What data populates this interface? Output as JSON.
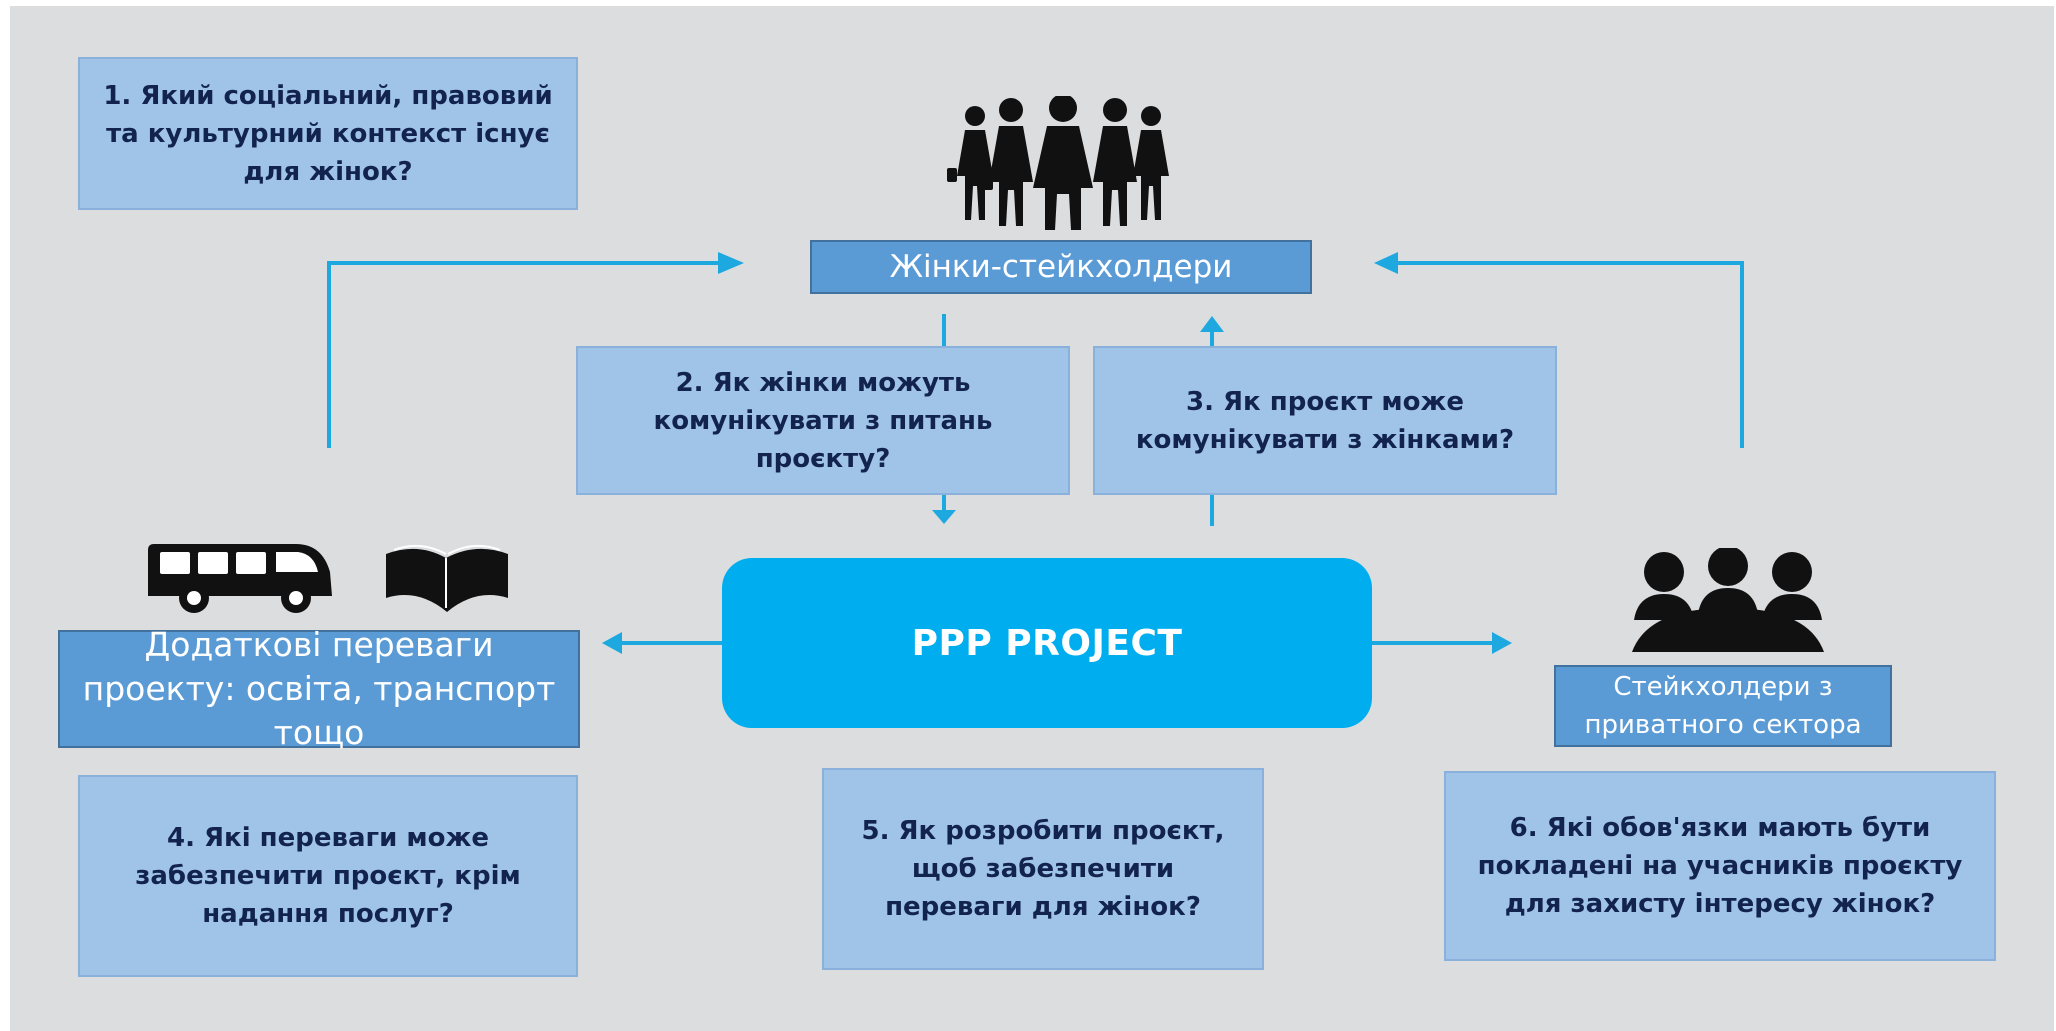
{
  "center": {
    "label": "PPP PROJECT"
  },
  "stakeholders": {
    "women": "Жінки-стейкхолдери",
    "benefits": "Додаткові переваги проекту: освіта, транспорт тощо",
    "private": "Стейкхолдери з приватного сектора"
  },
  "questions": [
    {
      "text": "1. Який соціальний, правовий та культурний контекст існує для жінок?"
    },
    {
      "text": "2. Як жінки можуть комунікувати з питань проєкту?"
    },
    {
      "text": "3. Як проєкт може комунікувати з жінками?"
    },
    {
      "text": "4. Які переваги може забезпечити проєкт, крім надання послуг?"
    },
    {
      "text": "5. Як розробити проєкт, щоб забезпечити переваги для жінок?"
    },
    {
      "text": "6. Які обов'язки мають бути покладені на учасників проєкту для захисту інтересу жінок?"
    }
  ],
  "icons": {
    "women_group": "women-group-icon",
    "bus": "bus-icon",
    "book": "open-book-icon",
    "meeting": "meeting-table-icon"
  },
  "colors": {
    "background": "#dcdddf",
    "question_box": "#a0c3e8",
    "label_box": "#5b9bd5",
    "center": "#00aeef",
    "arrow": "#1da8e0",
    "question_text": "#12234f"
  }
}
